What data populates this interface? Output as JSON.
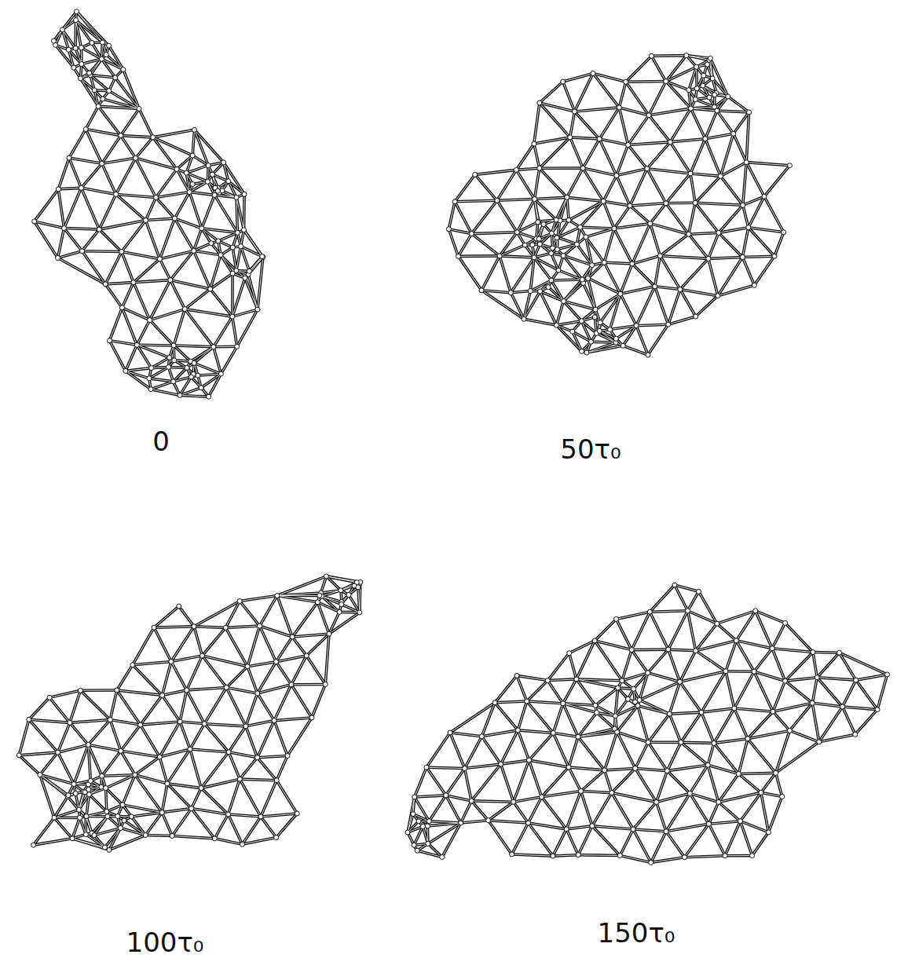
{
  "diagram": {
    "labels": [
      "0",
      "50τ₀",
      "100τ₀",
      "150τ₀"
    ]
  }
}
